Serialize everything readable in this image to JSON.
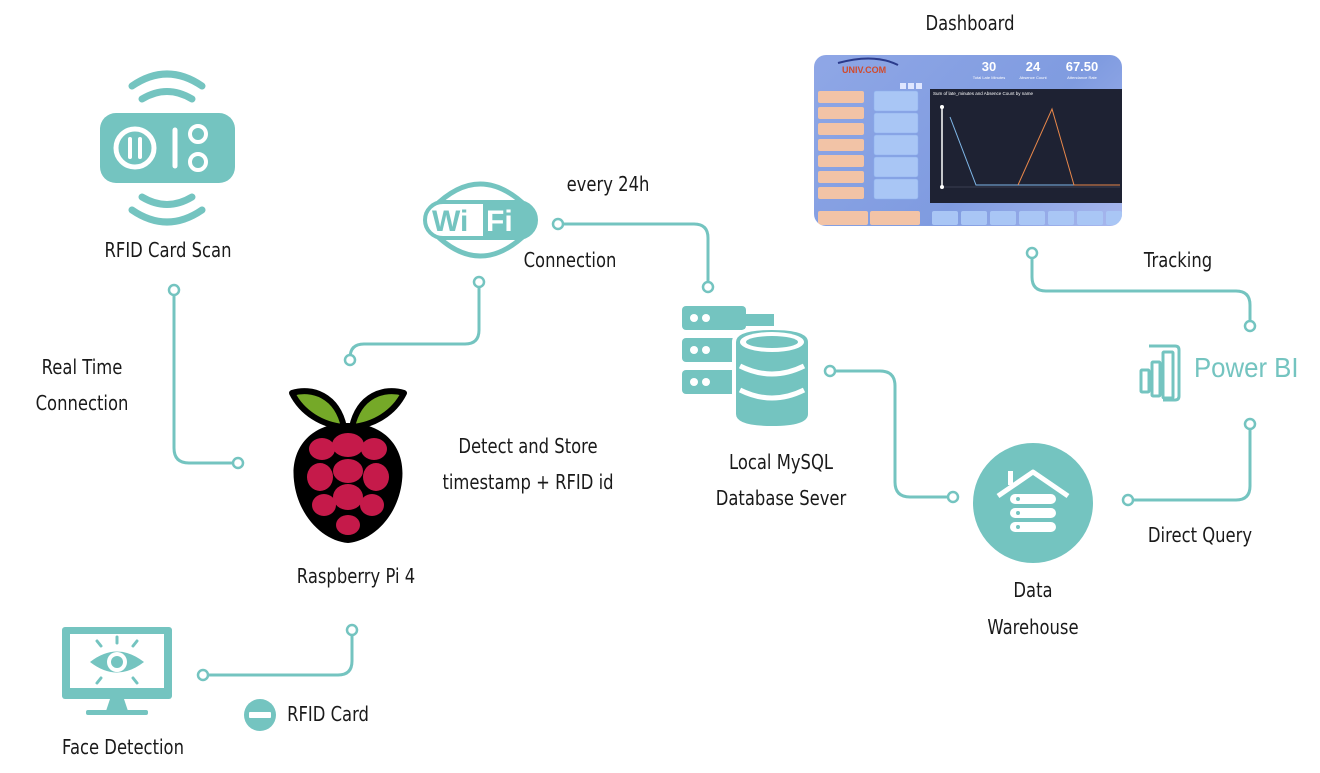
{
  "colors": {
    "teal": "#74c4c0",
    "raspberry_red": "#c51a4a",
    "raspberry_leaf": "#75a928",
    "text": "#1a1a1a"
  },
  "labels": {
    "rfid_card_scan": "RFID Card Scan",
    "real_time_connection_line1": "Real Time",
    "real_time_connection_line2": "Connection",
    "raspberry_pi": "Raspberry Pi 4",
    "detect_store_line1": "Detect and Store",
    "detect_store_line2": "timestamp + RFID id",
    "wifi_text": "Wi Fi",
    "every_24h": "every 24h",
    "connection": "Connection",
    "mysql_line1": "Local MySQL",
    "mysql_line2": "Database Sever",
    "data_warehouse_line1": "Data",
    "data_warehouse_line2": "Warehouse",
    "direct_query": "Direct Query",
    "power_bi": "Power BI",
    "tracking": "Tracking",
    "dashboard": "Dashboard",
    "face_detection": "Face Detection",
    "rfid_card": "RFID Card"
  },
  "dashboard_screenshot": {
    "kpis": [
      {
        "value": "30",
        "label": "Total Late Minutes"
      },
      {
        "value": "24",
        "label": "Absence Count"
      },
      {
        "value": "67.50",
        "label": "Attendance Rate"
      }
    ],
    "chart_title": "Sum of late_minutes and Absence Count by name"
  },
  "icons": [
    "rfid-reader-icon",
    "raspberry-pi-icon",
    "wifi-icon",
    "database-server-icon",
    "data-warehouse-icon",
    "power-bi-icon",
    "face-detection-monitor-icon",
    "rfid-card-icon"
  ]
}
